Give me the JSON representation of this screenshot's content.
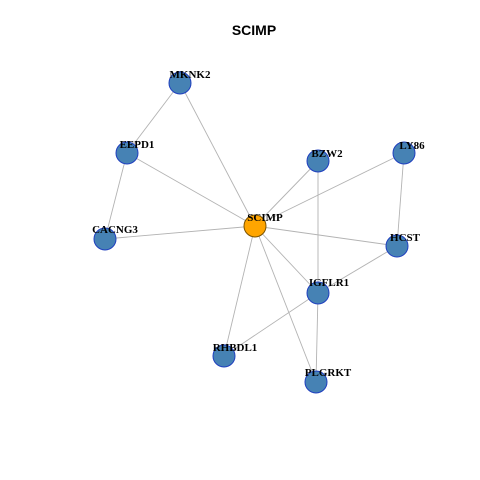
{
  "title": "SCIMP",
  "colors": {
    "center_fill": "#FFA500",
    "node_fill": "#4682B4",
    "edge": "#B3B3B3"
  },
  "nodes": [
    {
      "id": "SCIMP",
      "label": "SCIMP",
      "center": true
    },
    {
      "id": "MKNK2",
      "label": "MKNK2"
    },
    {
      "id": "EEPD1",
      "label": "EEPD1"
    },
    {
      "id": "BZW2",
      "label": "BZW2"
    },
    {
      "id": "LY86",
      "label": "LY86"
    },
    {
      "id": "CACNG3",
      "label": "CACNG3"
    },
    {
      "id": "HCST",
      "label": "HCST"
    },
    {
      "id": "IGFLR1",
      "label": "IGFLR1"
    },
    {
      "id": "RHBDL1",
      "label": "RHBDL1"
    },
    {
      "id": "PLGRKT",
      "label": "PLGRKT"
    }
  ],
  "edges": [
    [
      "SCIMP",
      "MKNK2"
    ],
    [
      "SCIMP",
      "EEPD1"
    ],
    [
      "SCIMP",
      "BZW2"
    ],
    [
      "SCIMP",
      "LY86"
    ],
    [
      "SCIMP",
      "CACNG3"
    ],
    [
      "SCIMP",
      "HCST"
    ],
    [
      "SCIMP",
      "IGFLR1"
    ],
    [
      "SCIMP",
      "RHBDL1"
    ],
    [
      "SCIMP",
      "PLGRKT"
    ],
    [
      "MKNK2",
      "EEPD1"
    ],
    [
      "EEPD1",
      "CACNG3"
    ],
    [
      "BZW2",
      "IGFLR1"
    ],
    [
      "LY86",
      "HCST"
    ],
    [
      "HCST",
      "IGFLR1"
    ],
    [
      "IGFLR1",
      "RHBDL1"
    ],
    [
      "IGFLR1",
      "PLGRKT"
    ]
  ]
}
